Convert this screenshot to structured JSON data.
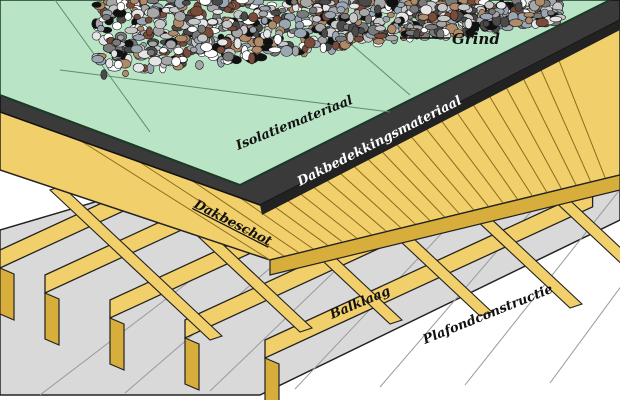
{
  "labels": {
    "gravel": "Grind",
    "insulation": "Isolatiemateriaal",
    "roofing": "Dakbedekkingsmateriaal",
    "deck": "Dakbeschot",
    "joists": "Balklaag",
    "ceiling": "Plafondconstructie"
  },
  "colors": {
    "insulation_fill": "#b9e4c6",
    "roofing_fill": "#3a3a3a",
    "wood_fill": "#f1cf6a",
    "wood_dark": "#d7ad3c",
    "ceiling_fill": "#d9d9d9",
    "outline": "#222222"
  }
}
